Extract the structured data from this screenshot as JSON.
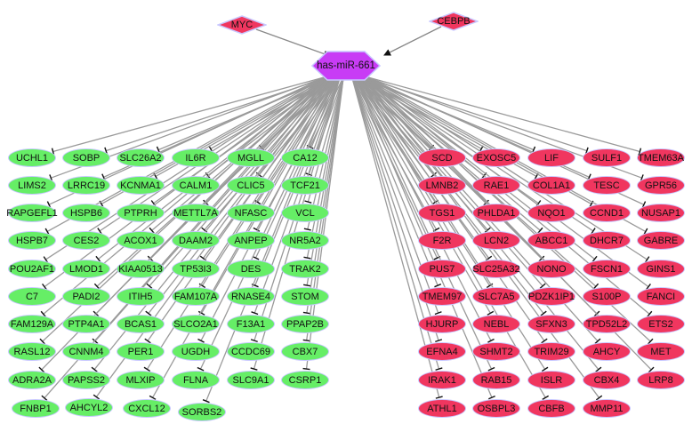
{
  "colors": {
    "target_down": "#66ee66",
    "target_up": "#f0365f",
    "mirna": "#c83cf5",
    "tf": "#f0365f",
    "border": "#c8c8ff",
    "edge": "#999999"
  },
  "mirna": {
    "label": "has-miR-661"
  },
  "transcription_factors": [
    {
      "label": "MYC"
    },
    {
      "label": "CEBPB"
    }
  ],
  "green_targets": [
    "UCHL1",
    "SOBP",
    "SLC26A2",
    "IL6R",
    "MGLL",
    "CA12",
    "LIMS2",
    "LRRC19",
    "KCNMA1",
    "CALM1",
    "CLIC5",
    "TCF21",
    "RAPGEFL1",
    "HSPB6",
    "PTPRH",
    "METTL7A",
    "NFASC",
    "VCL",
    "HSPB7",
    "CES2",
    "ACOX1",
    "DAAM2",
    "ANPEP",
    "NR5A2",
    "POU2AF1",
    "LMOD1",
    "KIAA0513",
    "TP53I3",
    "DES",
    "TRAK2",
    "C7",
    "PADI2",
    "ITIH5",
    "FAM107A",
    "RNASE4",
    "STOM",
    "FAM129A",
    "PTP4A1",
    "BCAS1",
    "SLCO2A1",
    "F13A1",
    "PPAP2B",
    "RASL12",
    "CNNM4",
    "PER1",
    "UGDH",
    "CCDC69",
    "CBX7",
    "ADRA2A",
    "PAPSS2",
    "MLXIP",
    "FLNA",
    "SLC9A1",
    "CSRP1",
    "FNBP1",
    "AHCYL2",
    "CXCL12",
    "SORBS2"
  ],
  "red_targets": [
    "SCD",
    "EXOSC5",
    "LIF",
    "SULF1",
    "TMEM63A",
    "LMNB2",
    "RAE1",
    "COL1A1",
    "TESC",
    "GPR56",
    "TGS1",
    "PHLDA1",
    "NQO1",
    "CCND1",
    "NUSAP1",
    "F2R",
    "LCN2",
    "ABCC1",
    "DHCR7",
    "GABRE",
    "PUS7",
    "SLC25A32",
    "NONO",
    "FSCN1",
    "GINS1",
    "TMEM97",
    "SLC7A5",
    "PDZK1IP1",
    "S100P",
    "FANCI",
    "HJURP",
    "NEBL",
    "SFXN3",
    "TPD52L2",
    "ETS2",
    "EFNA4",
    "SHMT2",
    "TRIM29",
    "AHCY",
    "MET",
    "IRAK1",
    "RAB15",
    "ISLR",
    "CBX4",
    "LRP8",
    "ATHL1",
    "OSBPL3",
    "CBFB",
    "MMP11"
  ]
}
